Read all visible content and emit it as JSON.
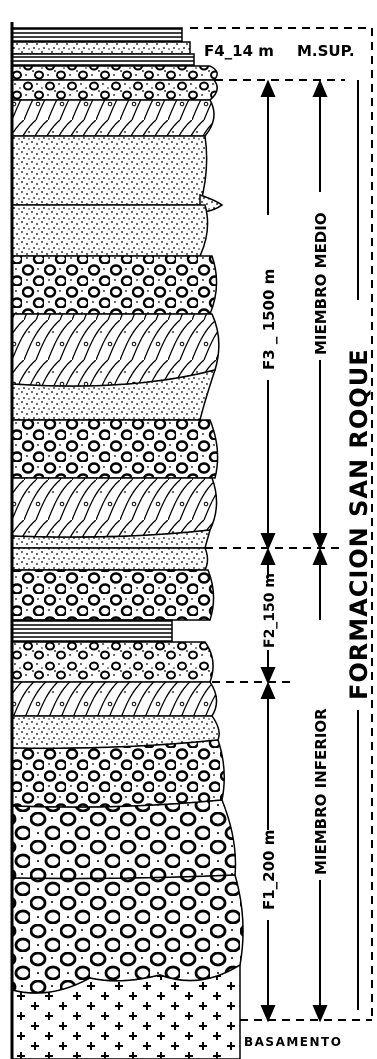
{
  "formation": {
    "name": "FORMACION SAN ROQUE"
  },
  "members": [
    {
      "key": "superior",
      "label": "M.SUP."
    },
    {
      "key": "medio",
      "label": "MIEMBRO MEDIO"
    },
    {
      "key": "inferior",
      "label": "MIEMBRO INFERIOR"
    }
  ],
  "facies": [
    {
      "key": "f4",
      "label": "F4_14 m"
    },
    {
      "key": "f3",
      "label": "F3 _ 1500 m"
    },
    {
      "key": "f2",
      "label": "F2_150 m"
    },
    {
      "key": "f1",
      "label": "F1_200 m"
    }
  ],
  "basement": {
    "label": "BASAMENTO"
  },
  "colors": {
    "ink": "#000000",
    "paper": "#ffffff"
  }
}
